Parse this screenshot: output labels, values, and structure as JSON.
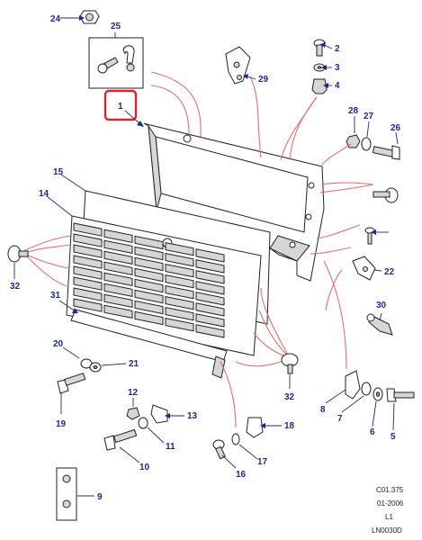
{
  "callouts": {
    "c1": "1",
    "c2": "2",
    "c3": "3",
    "c4": "4",
    "c5": "5",
    "c6": "6",
    "c7": "7",
    "c8": "8",
    "c9": "9",
    "c10": "10",
    "c11": "11",
    "c12": "12",
    "c13": "13",
    "c14": "14",
    "c15": "15",
    "c16": "16",
    "c17": "17",
    "c18": "18",
    "c19": "19",
    "c20": "20",
    "c21": "21",
    "c22": "22",
    "c24": "24",
    "c25": "25",
    "c26": "26",
    "c27": "27",
    "c28": "28",
    "c29": "29",
    "c30": "30",
    "c31": "31",
    "c32a": "32",
    "c32b": "32"
  },
  "reference_block": {
    "line1": "C01.375",
    "line2": "01-2006",
    "line3": "L1",
    "line4": "LN0030D"
  },
  "highlight": {
    "part": "1",
    "color": "#d7262e"
  },
  "colors": {
    "callout": "#1a2a8c",
    "leader_red": "#e07070",
    "outline": "#222222"
  }
}
